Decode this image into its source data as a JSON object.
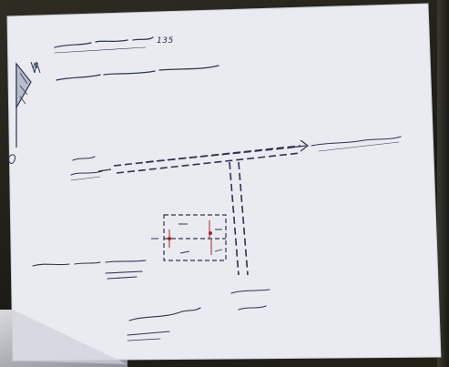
{
  "photo": {
    "description_name": "hand-drawn-site-map-photo",
    "paper_color": "#e8eaef",
    "ink_color": "#2a2f4a",
    "red_ink_color": "#a3242b",
    "notes": {
      "top_line_1": "135",
      "compass_mark": "N"
    }
  }
}
